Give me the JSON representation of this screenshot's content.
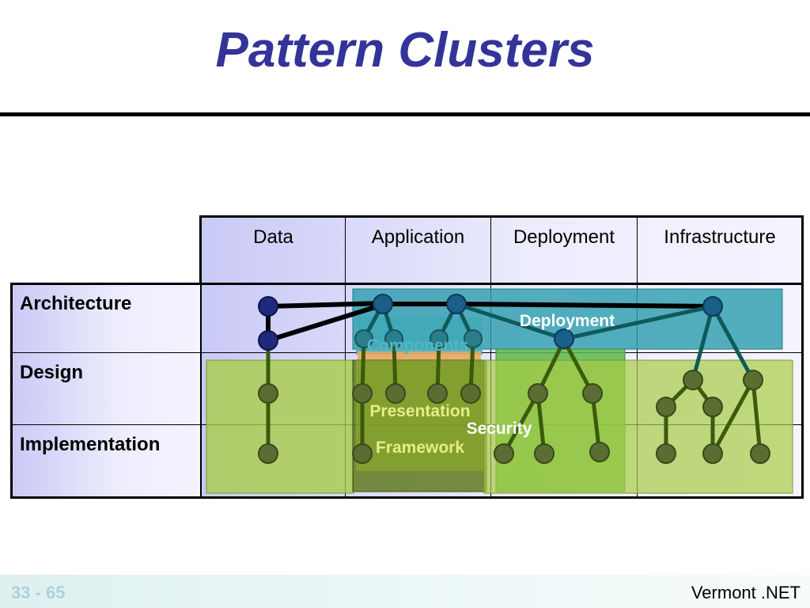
{
  "slide": {
    "title": "Pattern Clusters",
    "page_number": "33 - 65",
    "brand": "Vermont .NET"
  },
  "table": {
    "columns": [
      "Data",
      "Application",
      "Deployment",
      "Infrastructure"
    ],
    "rows": [
      "Architecture",
      "Design",
      "Implementation"
    ]
  },
  "clusters": {
    "deployment": "Deployment",
    "components": "Components",
    "presentation": "Presentation",
    "framework": "Framework",
    "security": "Security"
  },
  "colors": {
    "title": "#333399",
    "teal_cluster": "#2e9eaf",
    "green_cluster": "#99cc33",
    "dark_green_cluster": "#667722",
    "node_blue": "#1f2b7a",
    "node_green": "#556b2f"
  }
}
